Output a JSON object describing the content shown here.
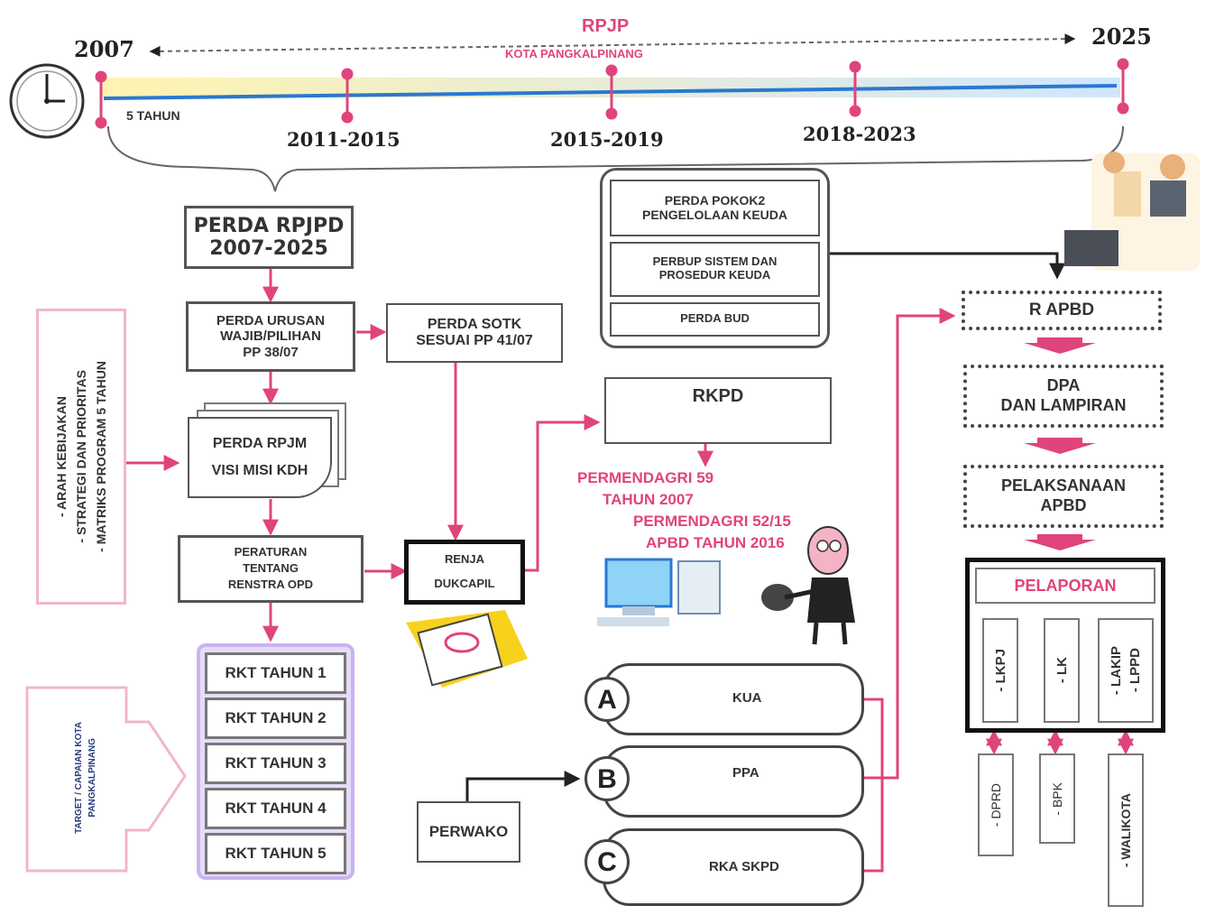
{
  "timeline": {
    "title": "RPJP",
    "subtitle": "KOTA PANGKALPINANG",
    "start_year": "2007",
    "end_year": "2025",
    "interval_label": "5 TAHUN",
    "periods": [
      "2011-2015",
      "2015-2019",
      "2018-2023"
    ]
  },
  "perda_rpjpd": [
    "PERDA RPJPD",
    "2007-2025"
  ],
  "perda_urusan": [
    "PERDA URUSAN",
    "WAJIB/PILIHAN",
    "PP 38/07"
  ],
  "perda_sotk": [
    "PERDA SOTK",
    "SESUAI PP 41/07"
  ],
  "perda_rpjm": [
    "PERDA RPJM",
    "VISI MISI KDH"
  ],
  "peraturan_renstra": [
    "PERATURAN",
    "TENTANG",
    "RENSTRA OPD"
  ],
  "side_panel": [
    "- ARAH KEBIJAKAN",
    "- STRATEGI DAN PRIORITAS",
    "- MATRIKS PROGRAM 5 TAHUN"
  ],
  "target_panel": [
    "TARGET / CAPAIAN KOTA",
    "PANGKALPINANG"
  ],
  "rkt": [
    "RKT TAHUN 1",
    "RKT TAHUN 2",
    "RKT TAHUN 3",
    "RKT TAHUN 4",
    "RKT TAHUN 5"
  ],
  "renja": [
    "RENJA",
    "DUKCAPIL"
  ],
  "keuda_group": [
    [
      "PERDA POKOK2",
      "PENGELOLAAN KEUDA"
    ],
    [
      "PERBUP SISTEM DAN",
      "PROSEDUR KEUDA"
    ],
    [
      "PERDA BUD"
    ]
  ],
  "rkpd": "RKPD",
  "regulations": [
    "PERMENDAGRI 59",
    "TAHUN 2007",
    "PERMENDAGRI 52/15",
    "APBD TAHUN 2016"
  ],
  "abc": [
    {
      "letter": "A",
      "label": "KUA"
    },
    {
      "letter": "B",
      "label": "PPA"
    },
    {
      "letter": "C",
      "label": "RKA SKPD"
    }
  ],
  "perwako": "PERWAKO",
  "apbd_flow": {
    "rapbd": "R APBD",
    "dpa": [
      "DPA",
      "DAN LAMPIRAN"
    ],
    "pelaksanaan": [
      "PELAKSANAAN",
      "APBD"
    ],
    "pelaporan": "PELAPORAN",
    "reports": [
      "- LKPJ",
      "- LK",
      "- LAKIP",
      "- LPPD"
    ],
    "recipients": [
      "- DPRD",
      "- BPK",
      "- WALIKOTA"
    ]
  },
  "colors": {
    "accent": "#e0447c",
    "timeline": "#2a78d0",
    "rkt_frame": "#c9b3ef",
    "text": "#333333"
  },
  "icons": [
    "clock-icon",
    "computer-icon",
    "cartoon-man-icon",
    "calendar-icon",
    "office-people-icon"
  ]
}
